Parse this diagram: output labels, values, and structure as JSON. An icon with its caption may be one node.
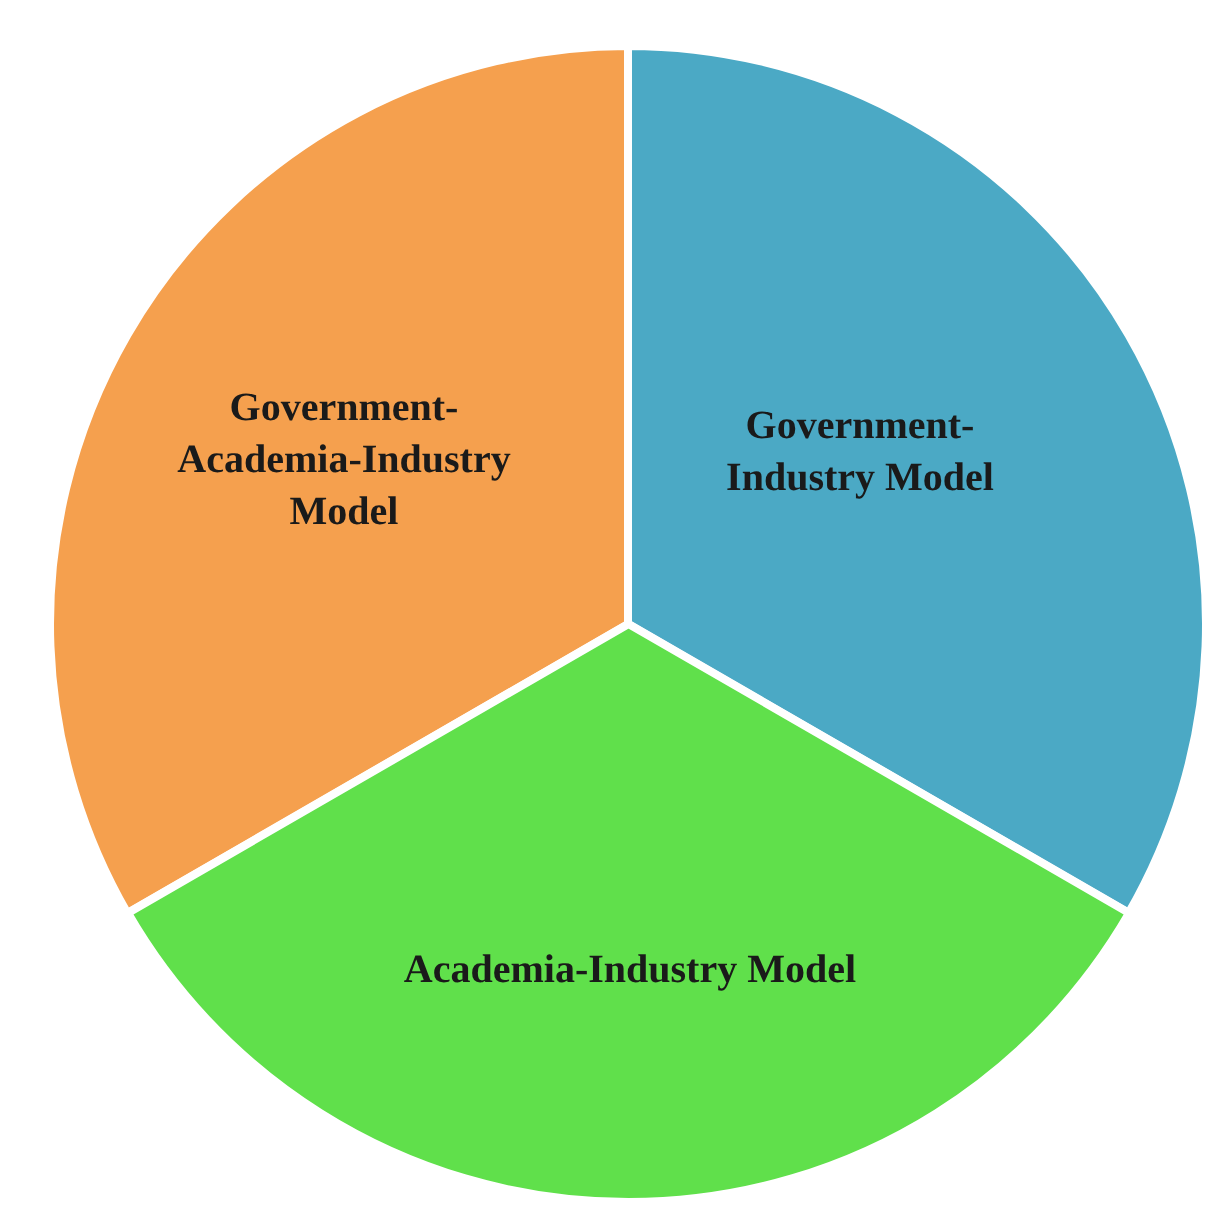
{
  "diagram": {
    "nodes": [
      {
        "text": [
          "Government-Academia-Industry Model"
        ]
      },
      {
        "text": [
          "Government-Industry Model"
        ]
      },
      {
        "text": [
          "Academia-Industry Model"
        ]
      }
    ]
  }
}
